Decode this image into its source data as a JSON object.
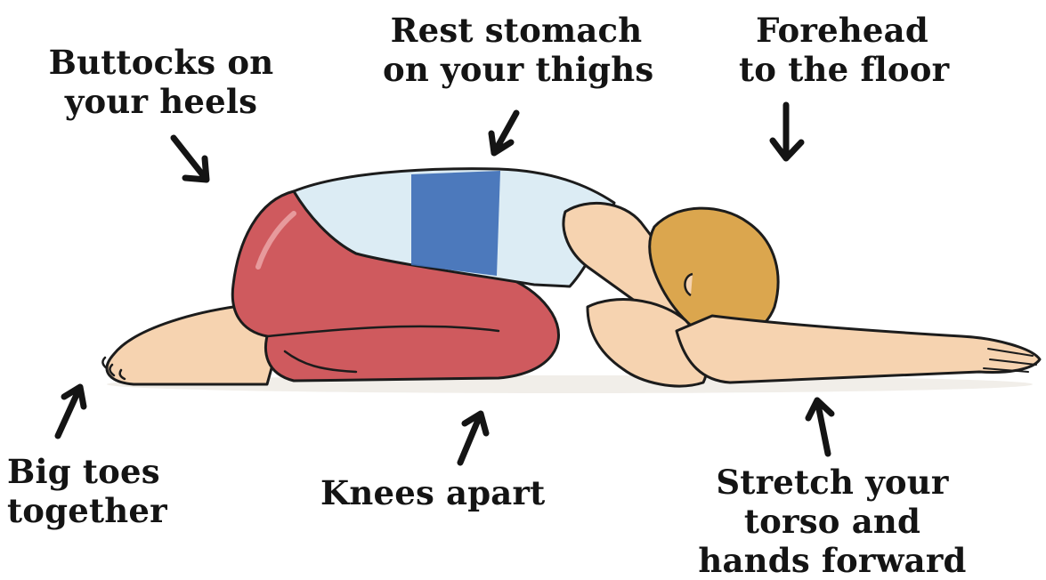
{
  "labels": {
    "buttocks": {
      "line1": "Buttocks on",
      "line2": "your heels"
    },
    "stomach": {
      "line1": "Rest stomach",
      "line2": "on your thighs"
    },
    "forehead": {
      "line1": "Forehead",
      "line2": "to the floor"
    },
    "toes": {
      "line1": "Big toes",
      "line2": "together"
    },
    "knees": {
      "line1": "Knees apart"
    },
    "stretch": {
      "line1": "Stretch your",
      "line2": "torso and",
      "line3": "hands forward"
    }
  },
  "colors": {
    "text": "#141414",
    "skin": "#f6d3b0",
    "pants": "#cf5a5e",
    "shirt": "#dcecf4",
    "stripe": "#3f6fb6",
    "hair": "#dba64e",
    "outline": "#1c1c1c"
  },
  "icons": [
    "arrow-down-right-icon",
    "arrow-down-icon",
    "arrow-up-icon"
  ]
}
